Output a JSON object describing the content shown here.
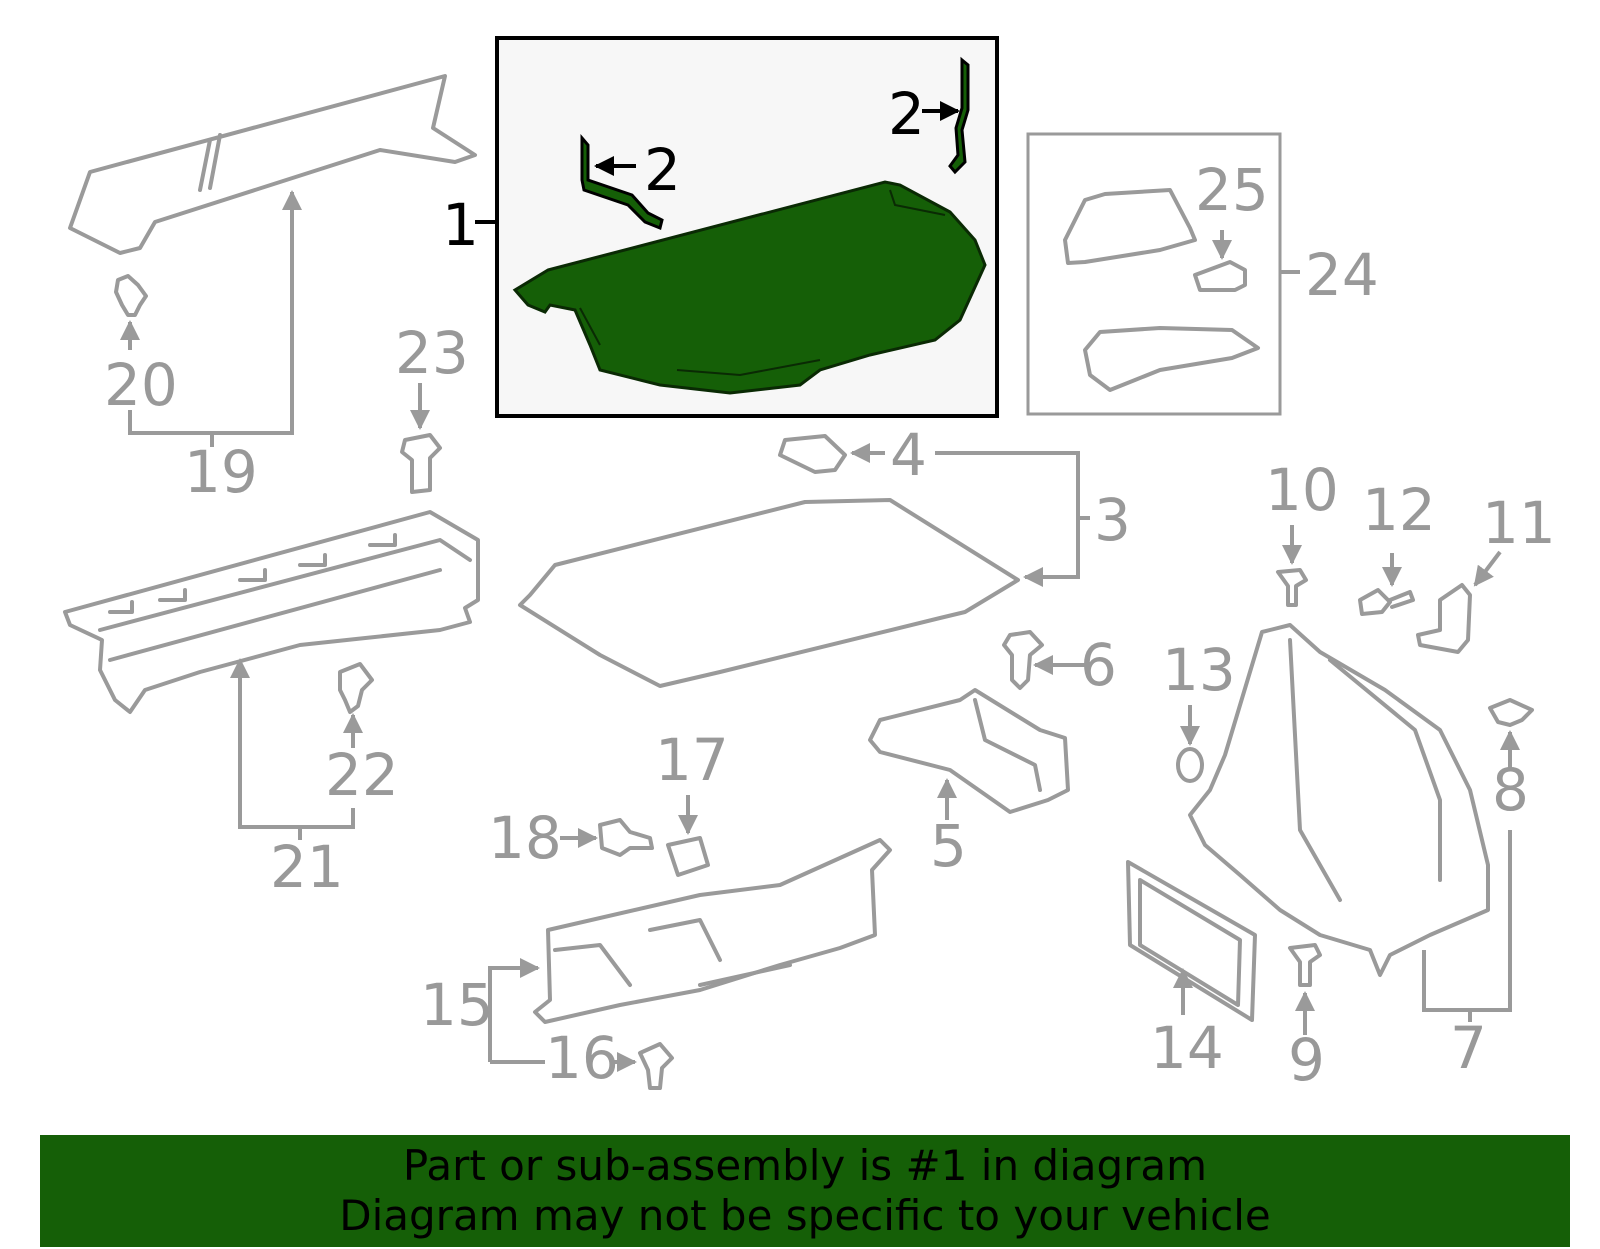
{
  "diagram": {
    "highlight_color": "#155f07",
    "highlighted_part": "1",
    "callouts": {
      "c1": "1",
      "c2a": "2",
      "c2b": "2",
      "c3": "3",
      "c4": "4",
      "c5": "5",
      "c6": "6",
      "c7": "7",
      "c8": "8",
      "c9": "9",
      "c10": "10",
      "c11": "11",
      "c12": "12",
      "c13": "13",
      "c14": "14",
      "c15": "15",
      "c16": "16",
      "c17": "17",
      "c18": "18",
      "c19": "19",
      "c20": "20",
      "c21": "21",
      "c22": "22",
      "c23": "23",
      "c24": "24",
      "c25": "25"
    }
  },
  "banner": {
    "line1": "Part or sub-assembly is #1 in diagram",
    "line2": "Diagram may not be specific to your vehicle",
    "background": "#155f07"
  }
}
